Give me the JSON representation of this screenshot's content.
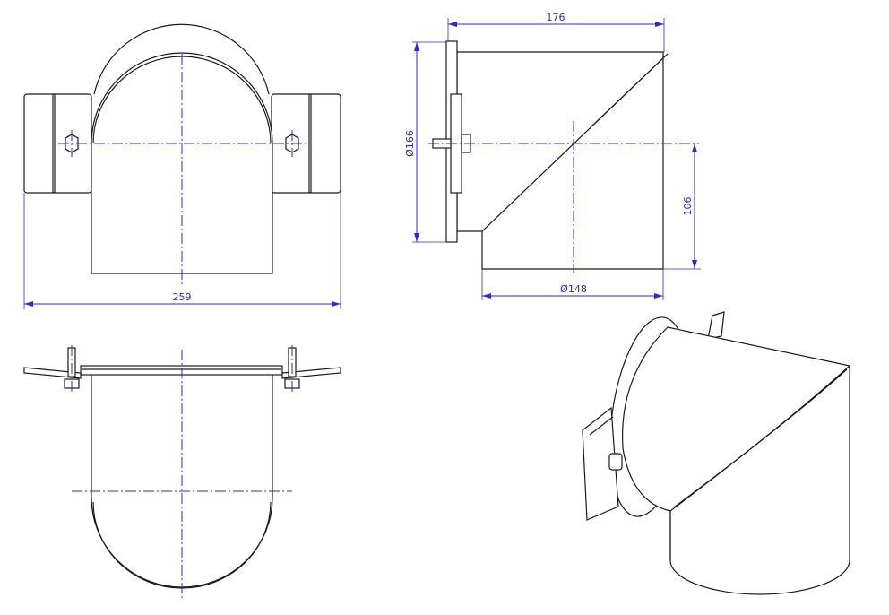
{
  "drawing": {
    "dimensions": {
      "overall_width": "259",
      "length": "176",
      "flange_diameter": "Ø166",
      "offset": "106",
      "pipe_diameter": "Ø148"
    },
    "colors": {
      "outline": "#1a1a1a",
      "dimension": "#2a2ad0"
    }
  }
}
